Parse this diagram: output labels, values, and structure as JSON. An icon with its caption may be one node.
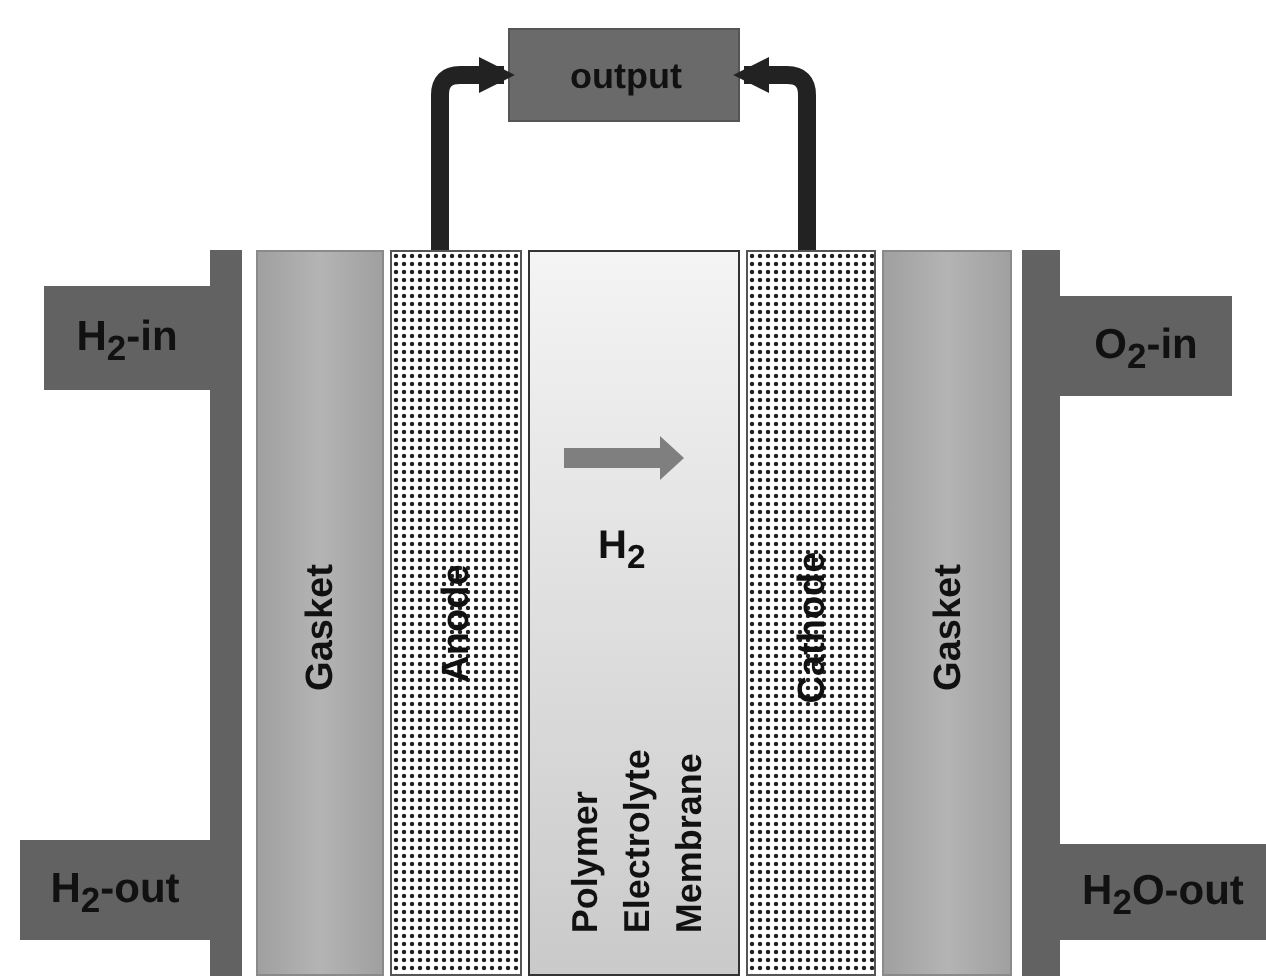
{
  "diagram": {
    "nodes": [
      {
        "text": [
          "output"
        ]
      },
      {
        "text": [
          "H$_{2}$-in"
        ]
      },
      {
        "text": [
          "Gasket"
        ]
      },
      {
        "text": [
          "Anode"
        ]
      },
      {
        "text": [
          "H$_{2}$",
          "Polymer Electrolyte Membrane"
        ]
      },
      {
        "text": [
          "Cathode"
        ]
      },
      {
        "text": [
          "Gasket"
        ]
      },
      {
        "text": [
          "O$_{2}$-in"
        ]
      },
      {
        "text": [
          "H$_{2}$-out"
        ]
      },
      {
        "text": [
          "H$_{2}$O-out"
        ]
      },
      {
        "text": [],
        "shape": "bar"
      },
      {
        "text": [],
        "shape": "bar"
      }
    ],
    "edges": [
      {
        "from": 3,
        "to": 0,
        "arrow": "to"
      },
      {
        "from": 5,
        "to": 0,
        "arrow": "to"
      }
    ]
  }
}
